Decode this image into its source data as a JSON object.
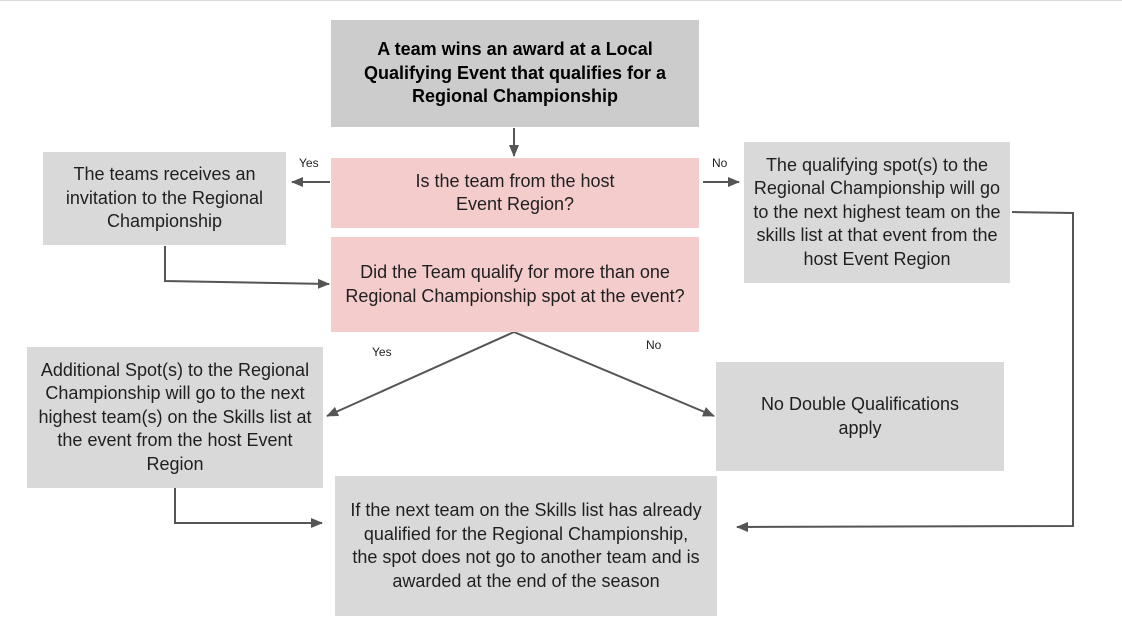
{
  "nodes": {
    "start": "A team wins an award at a Local Qualifying Event that qualifies for a Regional Championship",
    "q_host": "Is the team from the host Event Region?",
    "invite": "The teams receives an invitation to the Regional Championship",
    "q_multi": "Did the Team qualify for more than one Regional Championship spot at the event?",
    "to_skills_host": "The qualifying spot(s) to the Regional Championship will go to the next highest team on the skills list at that event from the host Event Region",
    "additional": "Additional Spot(s) to the Regional Championship will go to the next highest team(s) on the Skills list at the event from the host Event Region",
    "no_double": "No Double Qualifications apply",
    "already_qualified": "If the next team on the Skills list has already qualified for the Regional Championship, the spot does not go to another team and is awarded at the end of the season"
  },
  "labels": {
    "yes_host": "Yes",
    "no_host": "No",
    "yes_multi": "Yes",
    "no_multi": "No"
  },
  "colors": {
    "process": "#d9d9d9",
    "start": "#cccccc",
    "decision": "#f4cccc",
    "connector": "#555555"
  }
}
